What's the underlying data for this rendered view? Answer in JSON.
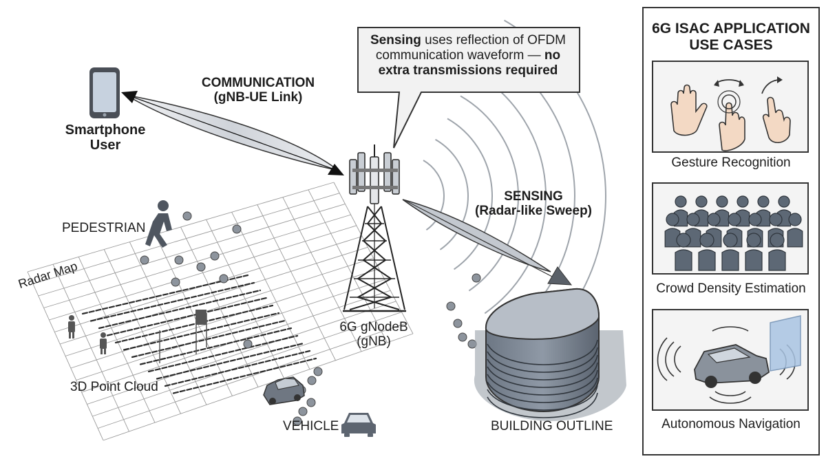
{
  "callout": {
    "highlight": "Sensing",
    "line1_rest": " uses reflection of OFDM",
    "line2": "communication waveform — ",
    "line2_bold": "no",
    "line3_bold": "extra transmissions required"
  },
  "communication": {
    "title": "COMMUNICATION",
    "subtitle": "(gNB-UE Link)"
  },
  "smartphone": {
    "line1": "Smartphone",
    "line2": "User"
  },
  "sensing": {
    "title": "SENSING",
    "subtitle": "(Radar-like Sweep)"
  },
  "tower": {
    "line1": "6G gNodeB",
    "line2": "(gNB)"
  },
  "labels": {
    "pedestrian": "PEDESTRIAN",
    "radar_map": "Radar Map",
    "point_cloud": "3D Point Cloud",
    "vehicle": "VEHICLE",
    "building": "BUILDING OUTLINE"
  },
  "panel": {
    "title_line1": "6G ISAC APPLICATION",
    "title_line2": "USE CASES",
    "cards": [
      {
        "label": "Gesture Recognition",
        "icon": "hand-gesture-icon"
      },
      {
        "label": "Crowd Density Estimation",
        "icon": "crowd-icon"
      },
      {
        "label": "Autonomous Navigation",
        "icon": "autonomous-car-icon"
      }
    ]
  },
  "colors": {
    "ink": "#1c1c1c",
    "beam_fill": "#d6d9de",
    "icon_gray": "#5d6875",
    "grid": "#8a8a8a"
  }
}
